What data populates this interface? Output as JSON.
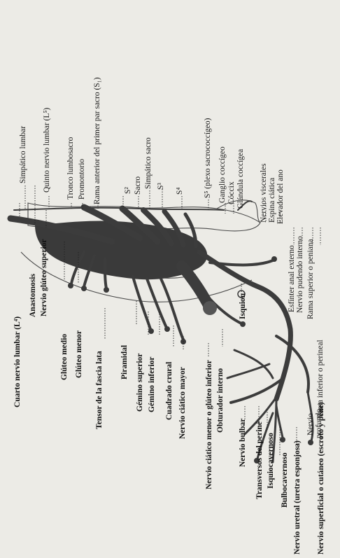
{
  "labels": {
    "cuarto_nervio_lumbar": "Cuarto nervio lumbar (L⁴)",
    "anastomosis": "Anastomosis",
    "nervio_gluteo_superior": "Nervio glúteo superior",
    "gluteo_medio": "Glúteo medio",
    "gluteo_menor": "Glúteo menor",
    "tensor_fascia_lata": "Tensor de la fascia lata",
    "piramidal": "Piramidal",
    "gemino_superior": "Gémino superior",
    "gemino_inferior": "Gémino inferior",
    "cuadrado_crural": "Cuadrado crural",
    "nervio_ciatico_mayor": "Nervio ciático mayor",
    "nervio_ciatico_menor": "Nervio ciático menor o glúteo inferior",
    "obturador_interno": "Obturador interno",
    "isquion": "Isquion",
    "nervio_bulbar": "Nervio bulbar",
    "transversos_perineo": "Transversos del periné",
    "isquiocavernoso": "Isquiocavernoso",
    "bulbocavernoso": "Bulbocavernoso",
    "nervio_uretral": "Nervio uretral (uretra esponjosa)",
    "nervio_superficial": "Nervio superficial o cutáneo (escroto y pene)",
    "nervio_profundo_1": "Nervio",
    "nervio_profundo_2": "profundo",
    "rama_inferior": "Rama inferior o perineal",
    "rama_superior": "Rama superior o peniana",
    "nervio_pudendo": "Nervio pudendo interno",
    "esfinter": "Esfínter anal externo",
    "elevador": "Elevador del ano",
    "espina_ciatica": "Espina ciática",
    "nervios_viscerales": "Nervios viscerales",
    "glandula_coccigea": "Glándula coccígea",
    "coccix": "Cóccix",
    "ganglio_coccigeo": "Ganglio coccígeo",
    "s5": "S⁵ (plexo sacrococcígeo)",
    "s4": "S⁴",
    "s3": "S³",
    "simpatico_sacro": "Simpático sacro",
    "sacro": "Sacro",
    "s2": "S²",
    "rama_anterior": "Rama anterior del primer par sacro (S₁)",
    "promontorio": "Promontorio",
    "tronco_lumbosacro": "Tronco lumbosacro",
    "quinto_nervio": "Quinto nervio lumbar (L⁵)",
    "simpatico_lumbar": "Simpático lumbar"
  }
}
